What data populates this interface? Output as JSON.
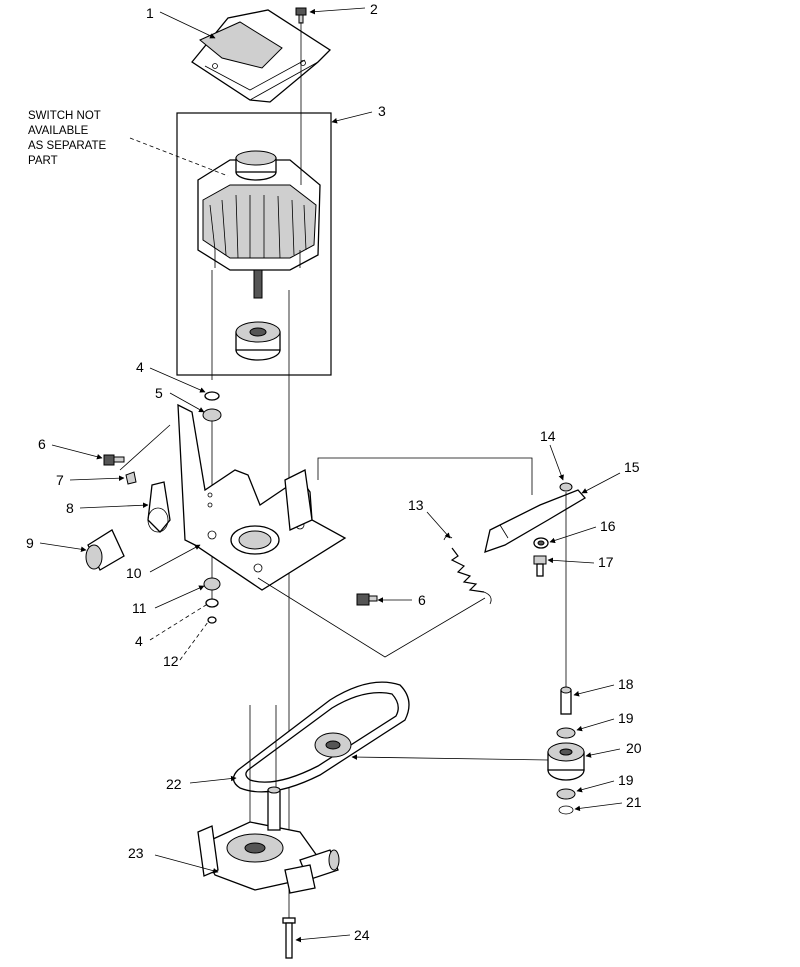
{
  "note": {
    "lines": [
      "SWITCH NOT",
      "AVAILABLE",
      "AS SEPARATE",
      "PART"
    ]
  },
  "callouts": [
    "1",
    "2",
    "3",
    "4",
    "5",
    "6",
    "7",
    "8",
    "9",
    "10",
    "11",
    "4",
    "12",
    "6",
    "13",
    "14",
    "15",
    "16",
    "17",
    "18",
    "19",
    "20",
    "19",
    "21",
    "22",
    "23",
    "24"
  ]
}
